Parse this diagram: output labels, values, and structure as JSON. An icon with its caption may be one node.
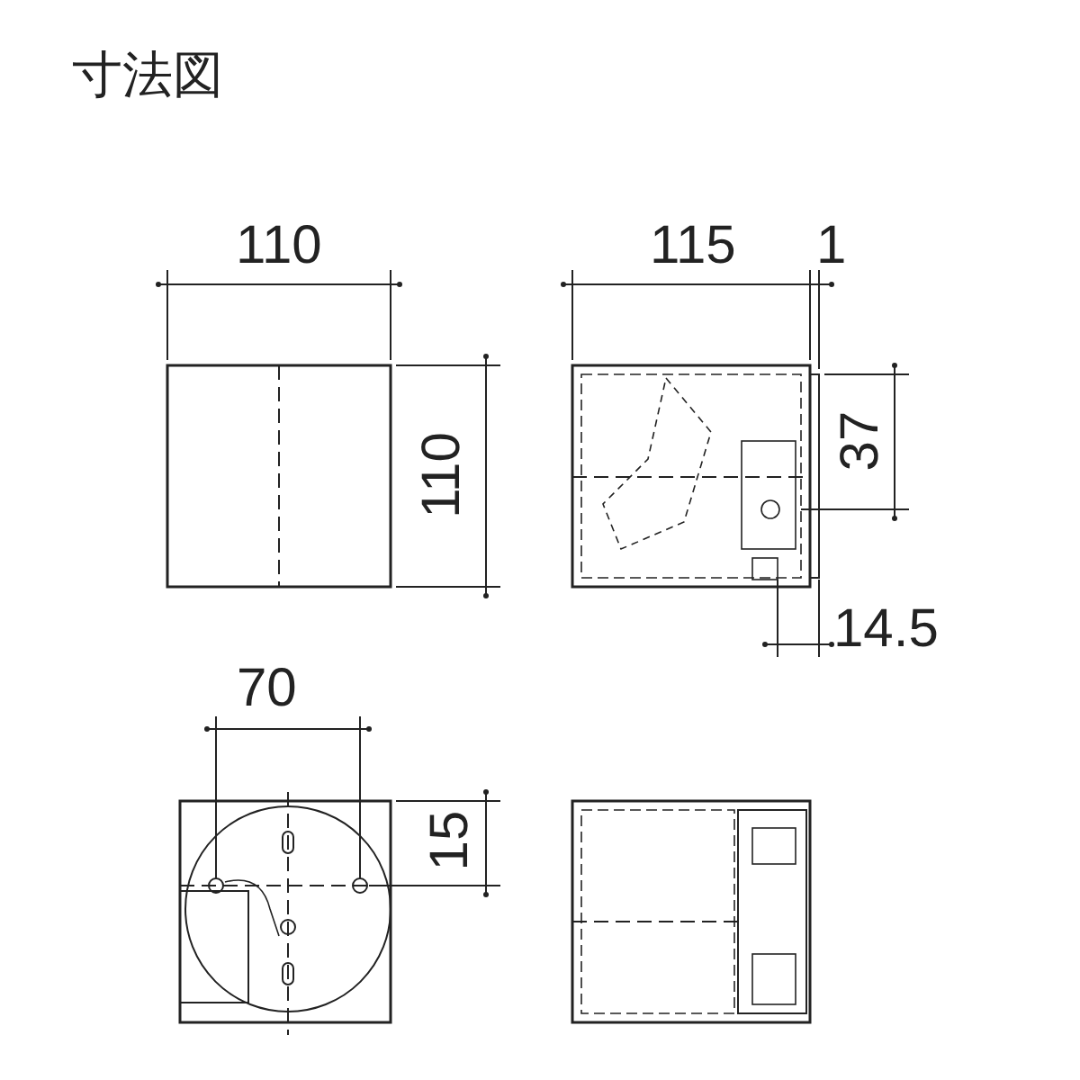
{
  "diagram": {
    "title": "寸法図",
    "labels": [
      "110",
      "115",
      "1",
      "110",
      "37",
      "14.5",
      "70",
      "15"
    ]
  }
}
